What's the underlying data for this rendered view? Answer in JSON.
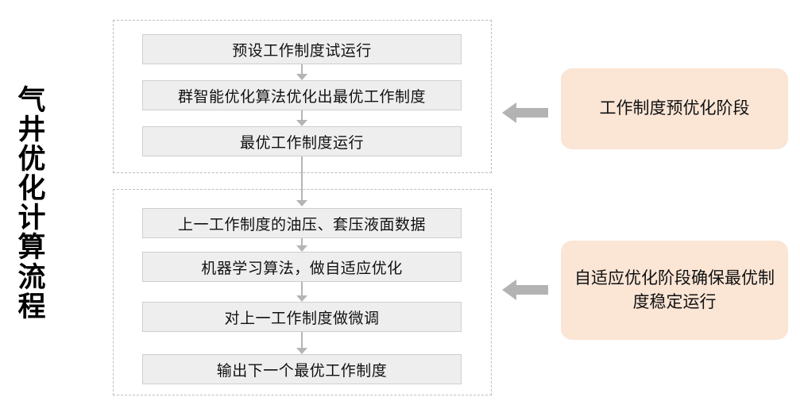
{
  "title": {
    "vertical_label": "气井优化计算流程"
  },
  "groups": [
    {
      "name": "pre-optimization-stage",
      "steps": [
        {
          "label": "预设工作制度试运行"
        },
        {
          "label": "群智能优化算法优化出最优工作制度"
        },
        {
          "label": "最优工作制度运行"
        }
      ],
      "callout": "工作制度预优化阶段"
    },
    {
      "name": "adaptive-optimization-stage",
      "steps": [
        {
          "label": "上一工作制度的油压、套压液面数据"
        },
        {
          "label": "机器学习算法，做自适应优化"
        },
        {
          "label": "对上一工作制度做微调"
        },
        {
          "label": "输出下一个最优工作制度"
        }
      ],
      "callout": "自适应优化阶段确保最优制度稳定运行"
    }
  ],
  "icons": {
    "flow_arrow": "arrow-down-icon",
    "pointer_arrow": "arrow-left-icon"
  },
  "colors": {
    "step_fill": "#eeeeee",
    "step_border": "#cfcfcf",
    "group_border": "#bdbdbd",
    "callout_fill": "#fbe5d5",
    "connector": "#b5b5b5",
    "pointer_arrow": "#b3b3b3",
    "text": "#111111",
    "background": "#ffffff"
  }
}
